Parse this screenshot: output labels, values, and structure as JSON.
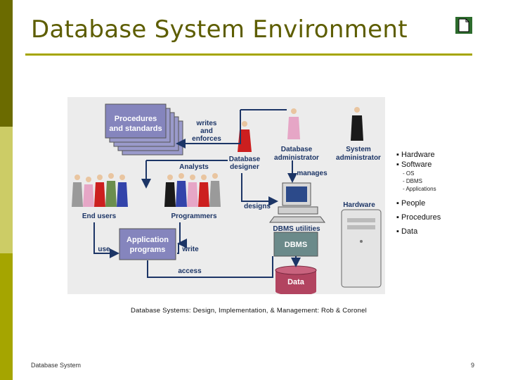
{
  "slide": {
    "title": "Database System Environment",
    "caption": "Database Systems: Design, Implementation, & Management: Rob & Coronel",
    "footer_left": "Database System",
    "page_number": "9",
    "accent_color": "#a5a500",
    "icon": "document-icon"
  },
  "bullets": {
    "hardware": "▪ Hardware",
    "software": "▪ Software",
    "software_sub": [
      "- OS",
      "- DBMS",
      "- Applications"
    ],
    "people": "▪ People",
    "procedures": "▪ Procedures",
    "data": "▪ Data"
  },
  "diagram": {
    "procedures": [
      "Procedures",
      "and standards"
    ],
    "writes": [
      "writes",
      "and",
      "enforces"
    ],
    "analysts": "Analysts",
    "db_designer": [
      "Database",
      "designer"
    ],
    "db_admin": [
      "Database",
      "administrator"
    ],
    "sys_admin": [
      "System",
      "administrator"
    ],
    "manages": "manages",
    "designs": "designs",
    "hardware": "Hardware",
    "end_users": "End users",
    "programmers": "Programmers",
    "dbms_utilities": "DBMS utilities",
    "application_programs": [
      "Application",
      "programs"
    ],
    "use": "use",
    "write": "write",
    "dbms": "DBMS",
    "access": "access",
    "data": "Data"
  }
}
